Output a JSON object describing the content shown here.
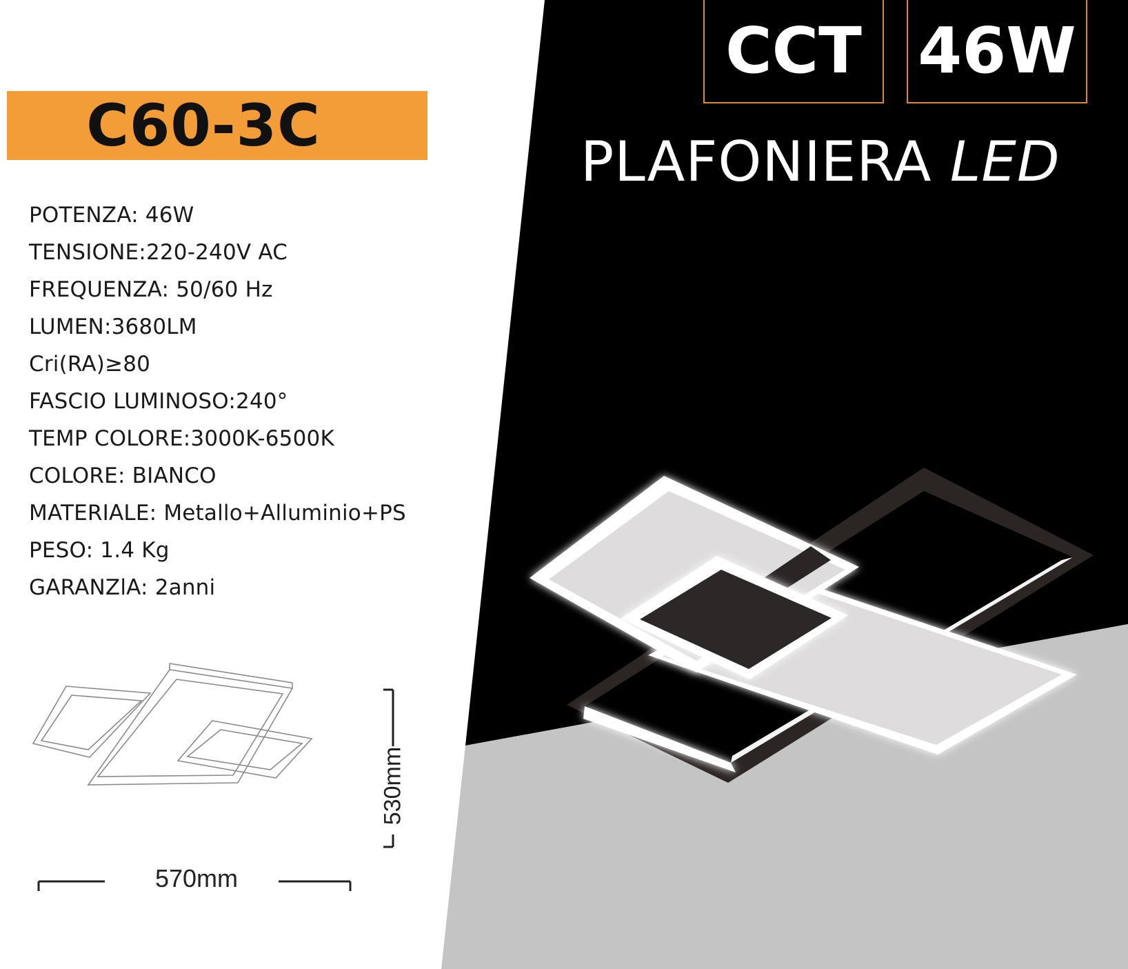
{
  "product": {
    "model_code": "C60-3C",
    "badges": {
      "cct": "CCT",
      "power": "46W"
    },
    "title_main": "PLAFONIERA",
    "title_accent": "LED"
  },
  "specs": [
    "POTENZA: 46W",
    "TENSIONE:220-240V AC",
    "FREQUENZA: 50/60 Hz",
    "LUMEN:3680LM",
    "Cri(RA)≥80",
    "FASCIO LUMINOSO:240°",
    "TEMP COLORE:3000K-6500K",
    "COLORE: BIANCO",
    "MATERIALE: Metallo+Alluminio+PS",
    "PESO: 1.4 Kg",
    "GARANZlA: 2anni"
  ],
  "dimensions": {
    "width": "570mm",
    "height": "530mm"
  },
  "colors": {
    "banner": "#f29d38",
    "badge_border": "#d8893a",
    "dark_panel": "#000000",
    "floor": "#c4c4c4"
  },
  "icons": [
    "line-drawing-icon",
    "product-photo-icon"
  ]
}
